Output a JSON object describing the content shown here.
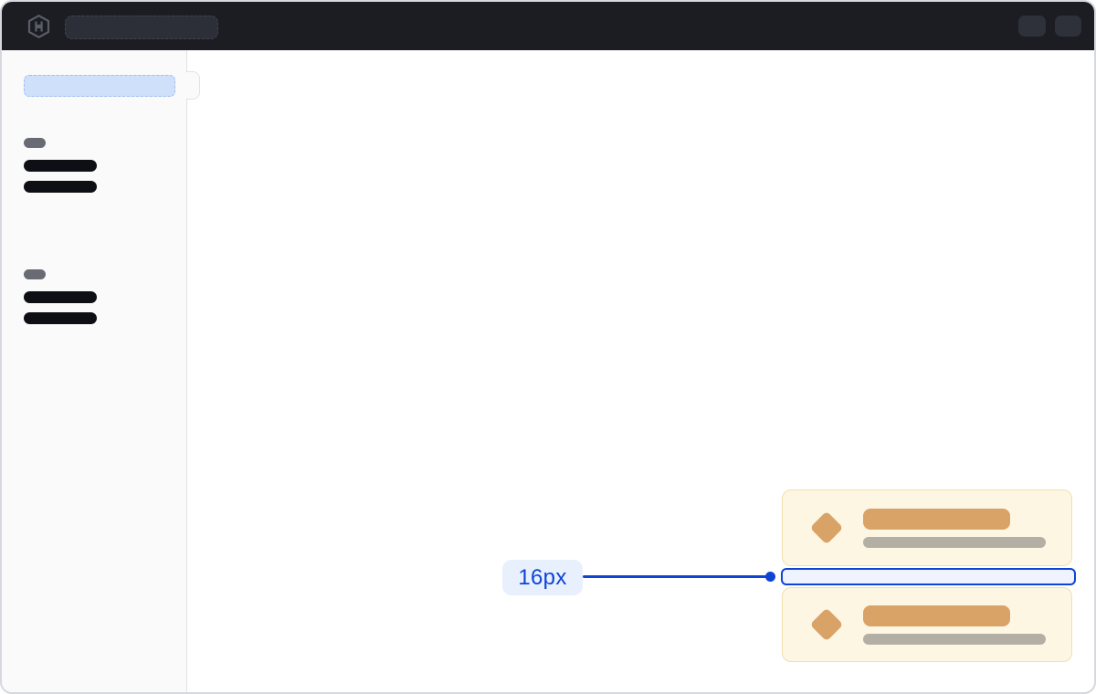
{
  "theme": {
    "accent": "#0d44d6",
    "accent_bg": "#e9f0fd",
    "gap_fill": "#eef3fd",
    "header_bg": "#1b1d23",
    "header_skeleton": "#2c2f37",
    "sidebar_bg": "#fafafa",
    "active_item": "#cfe0fa",
    "card_bg": "#fdf6e3",
    "card_border": "#f2dfae",
    "card_accent": "#d9a368",
    "card_muted": "#b3afa5",
    "window_border": "#d6d8dd"
  },
  "icons": {
    "logo": "hashicorp-hexagon-h",
    "card_bullet": "diamond"
  },
  "annotation": {
    "gap_label": "16px"
  }
}
